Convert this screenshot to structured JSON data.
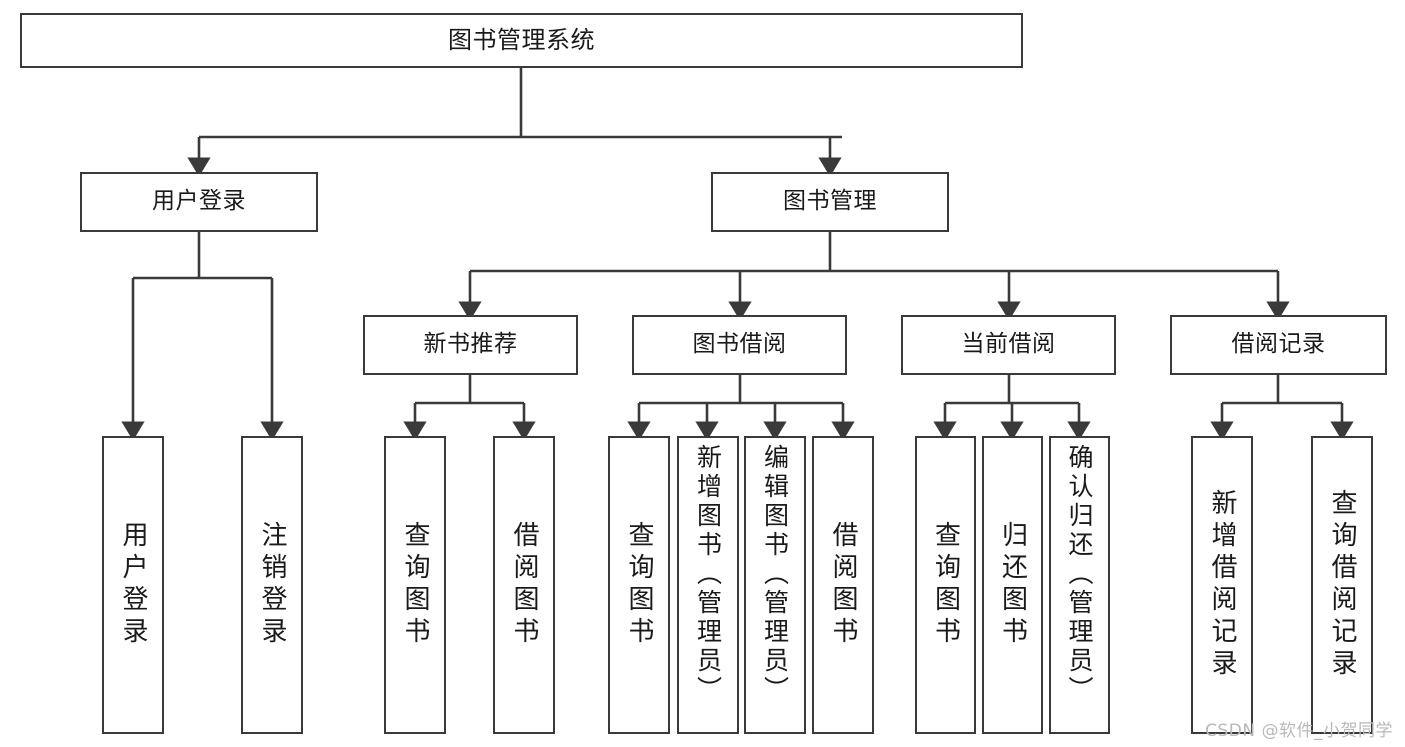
{
  "diagram": {
    "title": "图书管理系统",
    "type": "tree",
    "colors": {
      "stroke": "#3a3a3a",
      "fill": "#ffffff",
      "text": "#1a1a1a",
      "watermark": "#b9b9b9"
    },
    "nodes": {
      "root": {
        "label": "图书管理系统"
      },
      "level1": [
        {
          "id": "user-login",
          "label": "用户登录"
        },
        {
          "id": "book-manage",
          "label": "图书管理"
        }
      ],
      "level2": [
        {
          "id": "new-book-recommend",
          "label": "新书推荐"
        },
        {
          "id": "book-borrow",
          "label": "图书借阅"
        },
        {
          "id": "current-borrow",
          "label": "当前借阅"
        },
        {
          "id": "borrow-record",
          "label": "借阅记录"
        }
      ],
      "leaves": {
        "user-login": [
          {
            "id": "leaf-user-login",
            "label": "用户登录"
          },
          {
            "id": "leaf-logout",
            "label": "注销登录"
          }
        ],
        "new-book-recommend": [
          {
            "id": "leaf-query-book-1",
            "label": "查询图书"
          },
          {
            "id": "leaf-borrow-book-1",
            "label": "借阅图书"
          }
        ],
        "book-borrow": [
          {
            "id": "leaf-query-book-2",
            "label": "查询图书"
          },
          {
            "id": "leaf-add-book",
            "label": "新增图书（管理员）"
          },
          {
            "id": "leaf-edit-book",
            "label": "编辑图书（管理员）"
          },
          {
            "id": "leaf-borrow-book-2",
            "label": "借阅图书"
          }
        ],
        "current-borrow": [
          {
            "id": "leaf-query-book-3",
            "label": "查询图书"
          },
          {
            "id": "leaf-return-book",
            "label": "归还图书"
          },
          {
            "id": "leaf-confirm-return",
            "label": "确认归还（管理员）"
          }
        ],
        "borrow-record": [
          {
            "id": "leaf-add-record",
            "label": "新增借阅记录"
          },
          {
            "id": "leaf-query-record",
            "label": "查询借阅记录"
          }
        ]
      }
    },
    "watermark": "CSDN @软件_小贺同学"
  }
}
